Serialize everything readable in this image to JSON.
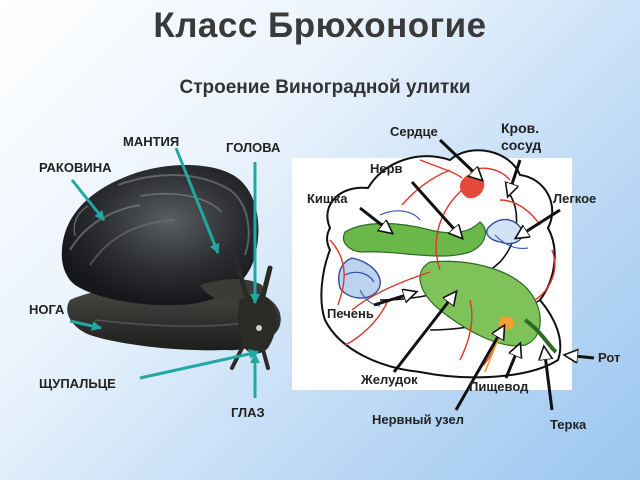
{
  "title": "Класс Брюхоногие",
  "subtitle": "Строение Виноградной улитки",
  "colors": {
    "pointer": "#1f9e9a",
    "anatomy_pointer": "#111111",
    "background": "#a9cff2"
  },
  "external_labels": {
    "shell": "РАКОВИНА",
    "mantle": "МАНТИЯ",
    "head": "ГОЛОВА",
    "foot": "НОГА",
    "tentacle": "ЩУПАЛЬЦЕ",
    "eye": "ГЛАЗ"
  },
  "internal_labels": {
    "heart": "Сердце",
    "blood_vessel": "Кров.\nсосуд",
    "nerve": "Нерв",
    "intestine": "Кишка",
    "lung": "Легкое",
    "liver": "Печень",
    "mouth": "Рот",
    "stomach": "Желудок",
    "esophagus": "Пищевод",
    "nerve_ganglion": "Нервный узел",
    "radula": "Терка"
  }
}
